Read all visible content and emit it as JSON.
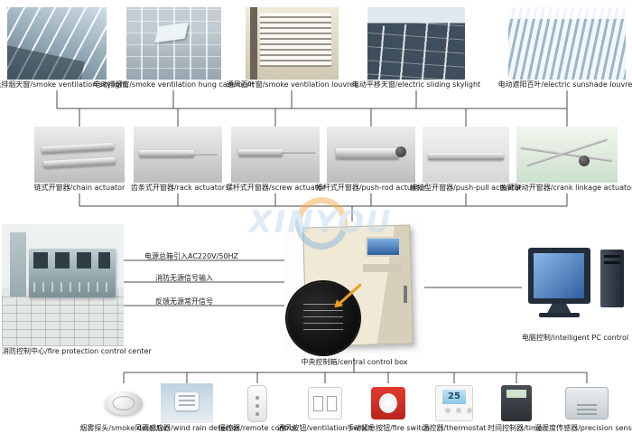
{
  "watermark": {
    "text": "XINYOU"
  },
  "top_row": [
    {
      "label": "采光排烟天窗/smoke ventilation skylight"
    },
    {
      "label": "电动排烟窗/smoke ventilation hung casement"
    },
    {
      "label": "通风百叶窗/smoke ventilation louvres"
    },
    {
      "label": "电动平移天窗/electric sliding skylight"
    },
    {
      "label": "电动遮阳百叶/electric sunshade louvres"
    }
  ],
  "actuators": [
    {
      "label": "链式开窗器/chain actuator"
    },
    {
      "label": "齿条式开窗器/rack actuator"
    },
    {
      "label": "螺杆式开窗器/screw actuator"
    },
    {
      "label": "推杆式开窗器/push-rod actuator"
    },
    {
      "label": "推拉型开窗器/push-pull actuator"
    },
    {
      "label": "曲臂联动开窗器/crank linkage actuator"
    }
  ],
  "control": {
    "fire_center_label": "消防控制中心/fire protection control center",
    "central_box_label": "中央控制箱/central control box",
    "pc_label": "电脑控制/intelligent PC control",
    "wires": [
      {
        "label": "电源总箱引入AC220V/50HZ"
      },
      {
        "label": "消防无源信号输入"
      },
      {
        "label": "反馈无源常开信号"
      }
    ]
  },
  "devices": [
    {
      "label": "烟雾探头/smoke detector"
    },
    {
      "label": "风雨感应器/wind rain detector"
    },
    {
      "label": "遥控器/remote control"
    },
    {
      "label": "通风按钮/ventilation switch"
    },
    {
      "label": "手动紧急按钮/fire switch"
    },
    {
      "label": "温控器/thermostat",
      "display": "25"
    },
    {
      "label": "时间控制器/timer"
    },
    {
      "label": "温湿度传感器/precision sensor"
    }
  ]
}
